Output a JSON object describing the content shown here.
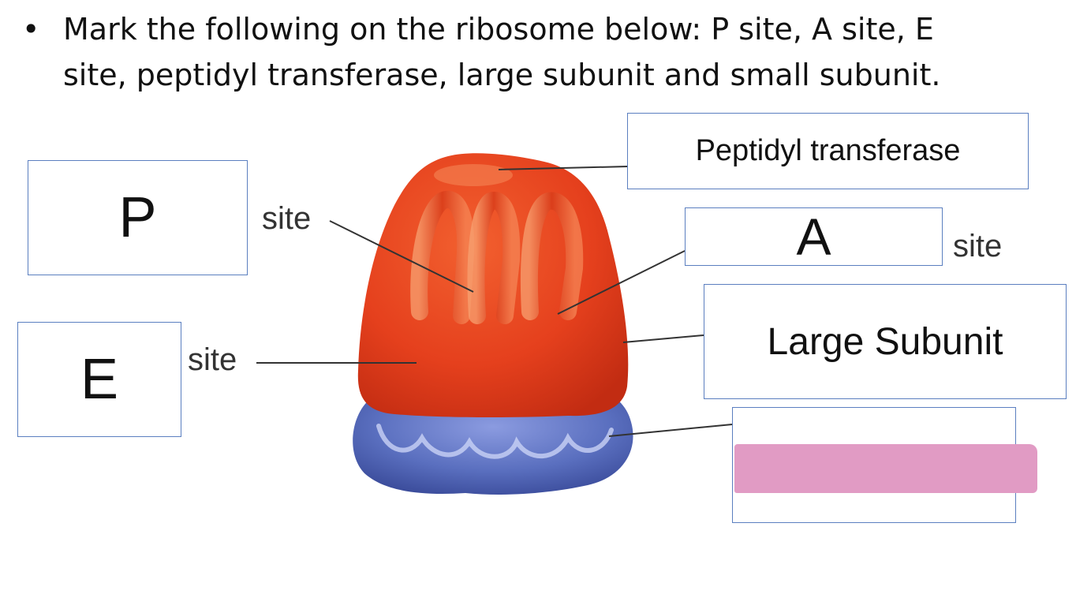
{
  "instruction": {
    "bullet": "•",
    "text": "Mark the following on the ribosome below: P site, A site, E\nsite, peptidyl transferase, large subunit and small subunit."
  },
  "labels": {
    "p_box": "P",
    "e_box": "E",
    "a_box": "A",
    "peptidyl_box": "Peptidyl transferase",
    "large_subunit_box": "Large Subunit",
    "small_subunit_box": ""
  },
  "site_text": {
    "p_site": "site",
    "e_site": "site",
    "a_site": "site"
  },
  "colors": {
    "large_subunit": "#e8401f",
    "small_subunit": "#5a6fbf",
    "box_border": "#5b7fc0",
    "highlight": "#e19bc4"
  }
}
